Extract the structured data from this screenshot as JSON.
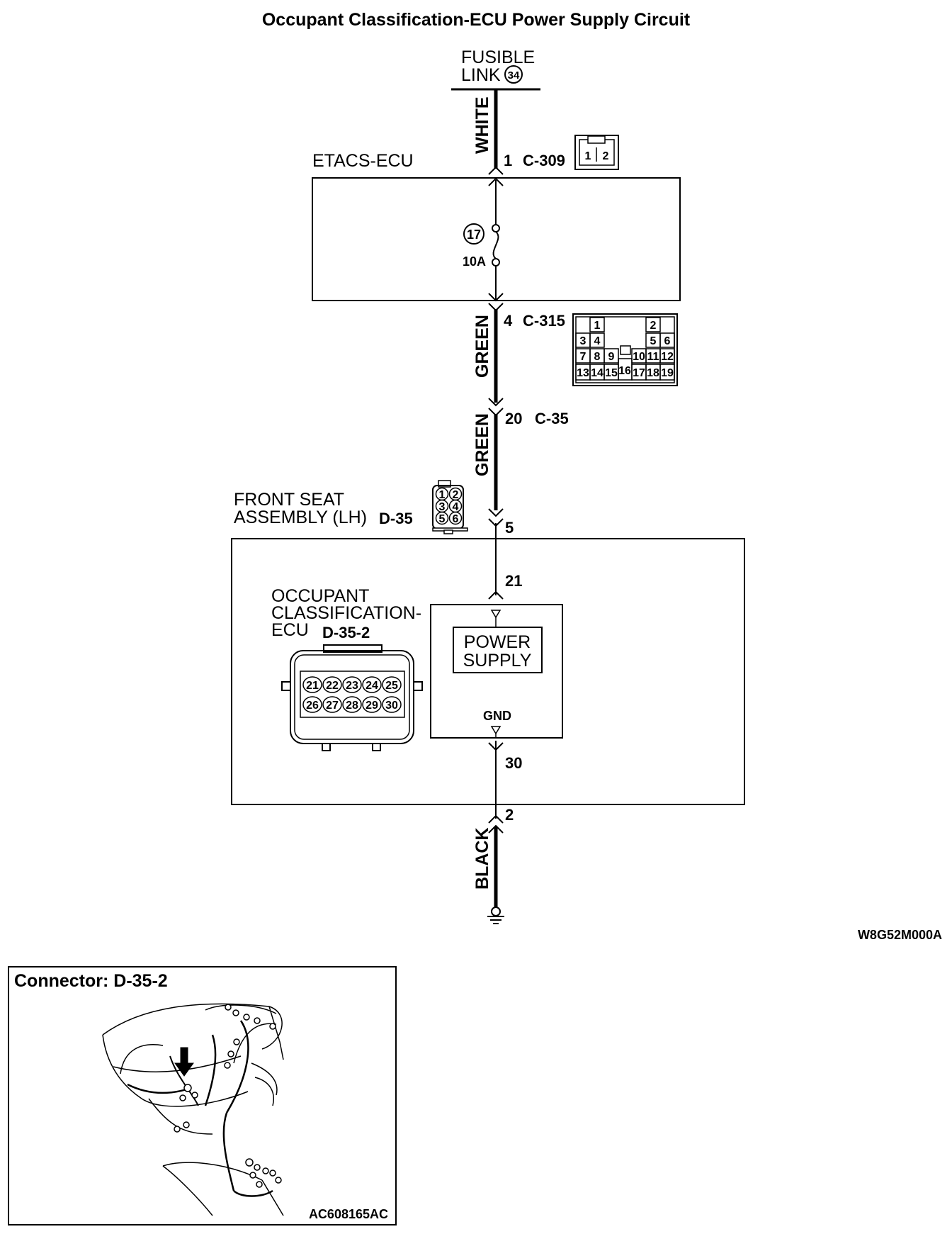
{
  "title": "Occupant Classification-ECU Power Supply Circuit",
  "fusible_link": {
    "line1": "FUSIBLE",
    "line2": "LINK",
    "number": "34"
  },
  "etacs": {
    "label": "ETACS-ECU",
    "in_pin": "1",
    "in_connector": "C-309",
    "fuse_number": "17",
    "fuse_rating": "10A",
    "out_pin": "4",
    "out_connector": "C-315",
    "c309_cells": [
      "1",
      "2"
    ],
    "c315_cells": [
      "1",
      "2",
      "3",
      "4",
      "5",
      "6",
      "7",
      "8",
      "9",
      "10",
      "11",
      "12",
      "13",
      "14",
      "15",
      "16",
      "17",
      "18",
      "19"
    ]
  },
  "wires": {
    "white": "WHITE",
    "green1": "GREEN",
    "green2": "GREEN",
    "black": "BLACK"
  },
  "c35": {
    "pin": "20",
    "connector": "C-35"
  },
  "seat": {
    "line1": "FRONT SEAT",
    "line2": "ASSEMBLY (LH)",
    "connector": "D-35",
    "pin_in": "5",
    "pin_out": "2",
    "d35_cells": [
      "1",
      "2",
      "3",
      "4",
      "5",
      "6"
    ]
  },
  "ecu": {
    "line1": "OCCUPANT",
    "line2": "CLASSIFICATION-",
    "line3": "ECU",
    "connector": "D-35-2",
    "pin_in": "21",
    "pin_out": "30",
    "power_line1": "POWER",
    "power_line2": "SUPPLY",
    "gnd": "GND",
    "connector_pins_top": [
      "21",
      "22",
      "23",
      "24",
      "25"
    ],
    "connector_pins_bottom": [
      "26",
      "27",
      "28",
      "29",
      "30"
    ]
  },
  "figure_code": "W8G52M000A",
  "inset": {
    "title": "Connector: D-35-2",
    "code": "AC608165AC"
  }
}
